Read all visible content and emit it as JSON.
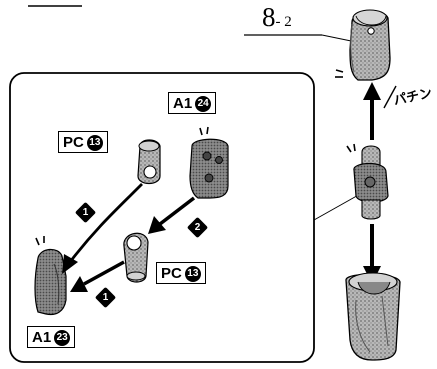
{
  "step": {
    "number": "8",
    "sub": "- 2"
  },
  "sound_effect": "パチン",
  "parts": {
    "a1_24": {
      "code": "A1",
      "num": "24"
    },
    "pc_13_top": {
      "code": "PC",
      "num": "13"
    },
    "pc_13_bottom": {
      "code": "PC",
      "num": "13"
    },
    "a1_23": {
      "code": "A1",
      "num": "23"
    }
  },
  "assembly_steps": [
    {
      "id": "s1a",
      "num": "1"
    },
    {
      "id": "s2",
      "num": "2"
    },
    {
      "id": "s1b",
      "num": "1"
    }
  ],
  "colors": {
    "line": "#000000",
    "part_fill": "#9a9a9a",
    "part_dark": "#555555",
    "part_light": "#d4d4d4"
  }
}
